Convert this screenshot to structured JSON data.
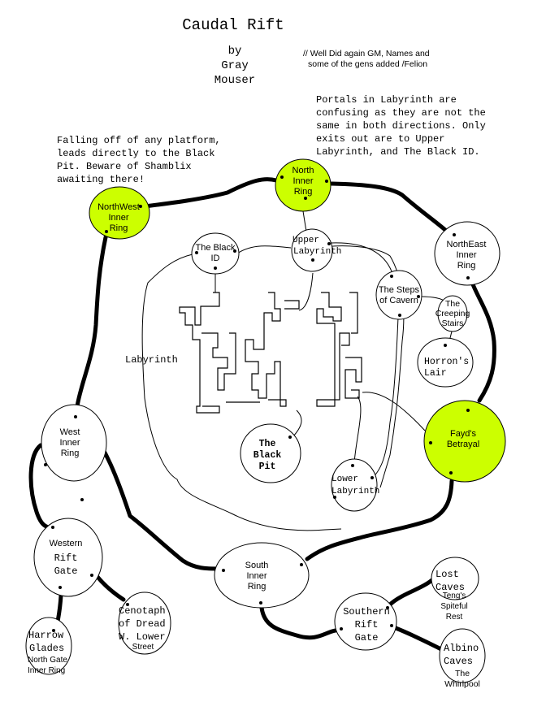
{
  "header": {
    "title": "Caudal Rift",
    "byline": [
      "by",
      "Gray",
      "Mouser"
    ],
    "credit": [
      "// Well Did again GM, Names and",
      "some of the gens added /Felion"
    ]
  },
  "notes": {
    "portals": [
      "Portals in Labyrinth are",
      "confusing as they are not the",
      "same in both directions. Only",
      "exits out are to Upper",
      "Labyrinth, and The Black ID."
    ],
    "falling": [
      "Falling off of any platform,",
      "leads directly to the Black",
      "Pit. Beware of Shamblix",
      "awaiting there!"
    ]
  },
  "highlight_color": "#ccff00",
  "labyrinth_label": "Labyrinth",
  "nodes": {
    "northwest_inner_ring": [
      "NorthWest",
      "Inner",
      "Ring"
    ],
    "north_inner_ring": [
      "North",
      "Inner",
      "Ring"
    ],
    "northeast_inner_ring": [
      "NorthEast",
      "Inner",
      "Ring"
    ],
    "the_black_id": [
      "The Black",
      "ID"
    ],
    "upper_labyrinth": [
      "Upper",
      "Labyrinth"
    ],
    "steps_of_cavern": [
      "The Steps",
      "of Cavern"
    ],
    "creeping_stairs": [
      "The",
      "Creeping",
      "Stairs"
    ],
    "horrons_lair": [
      "Horron's",
      "Lair"
    ],
    "fayds_betrayal": [
      "Fayd's",
      "Betrayal"
    ],
    "west_inner_ring": [
      "West",
      "Inner",
      "Ring"
    ],
    "the_black_pit": [
      "The",
      "Black",
      "Pit"
    ],
    "lower_labyrinth": [
      "Lower",
      "Labyrinth"
    ],
    "western_rift_gate": [
      "Western",
      "Rift",
      "Gate"
    ],
    "south_inner_ring": [
      "South",
      "Inner",
      "Ring"
    ],
    "cenotaph_of_dread": [
      "Cenotaph",
      "of Dread",
      "W. Lower",
      "Street"
    ],
    "harrow_glades": [
      "Harrow",
      "Glades",
      "North Gate",
      "Inner Ring"
    ],
    "southern_rift_gate": [
      "Southern",
      "Rift",
      "Gate"
    ],
    "lost_caves": [
      "Lost",
      "Caves",
      "Teng's",
      "Spiteful",
      "Rest"
    ],
    "albino_caves": [
      "Albino",
      "Caves",
      "The",
      "Whirlpool"
    ]
  }
}
